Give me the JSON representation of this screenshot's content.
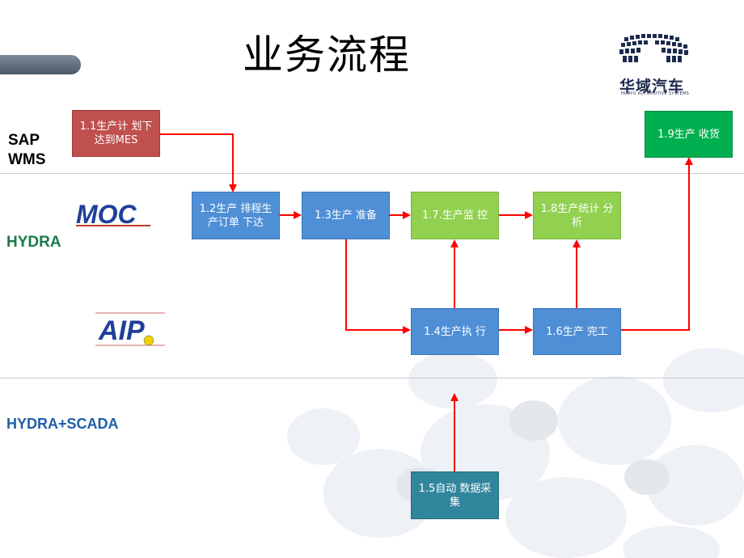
{
  "title": "业务流程",
  "brand": {
    "name": "华域汽车",
    "subtitle": "HUAYU AUTOMOTIVE SYSTEMS"
  },
  "lanes": {
    "sap_wms": "SAP\nWMS",
    "hydra": "HYDRA",
    "hydra_scada": "HYDRA+SCADA"
  },
  "logos": {
    "moc": "MOC",
    "aip": "AIP"
  },
  "steps": {
    "s1_1": "1.1生产计 划下达到MES",
    "s1_2": "1.2生产 排程生产订单 下达",
    "s1_3": "1.3生产 准备",
    "s1_4": "1.4生产执 行",
    "s1_5": "1.5自动 数据采集",
    "s1_6": "1.6生产 完工",
    "s1_7": "1.7.生产监 控",
    "s1_8": "1.8生产统计 分析",
    "s1_9": "1.9生产 收货"
  },
  "colors": {
    "arrow": "#ff0000",
    "red_box": "#c0504d",
    "blue_box": "#4f8fd6",
    "light_green_box": "#92d050",
    "green_box": "#00b050",
    "teal_box": "#31859c",
    "lane_hydra": "#1a7a4a",
    "lane_scada": "#1f5fa8"
  }
}
